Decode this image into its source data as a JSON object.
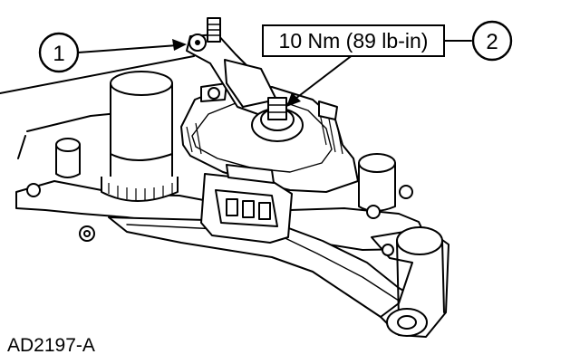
{
  "callouts": [
    {
      "label": "1"
    },
    {
      "label": "2"
    }
  ],
  "torque_spec": "10 Nm (89 lb-in)",
  "figure_id": "AD2197-A",
  "colors": {
    "ink": "#000000",
    "paper": "#ffffff"
  }
}
